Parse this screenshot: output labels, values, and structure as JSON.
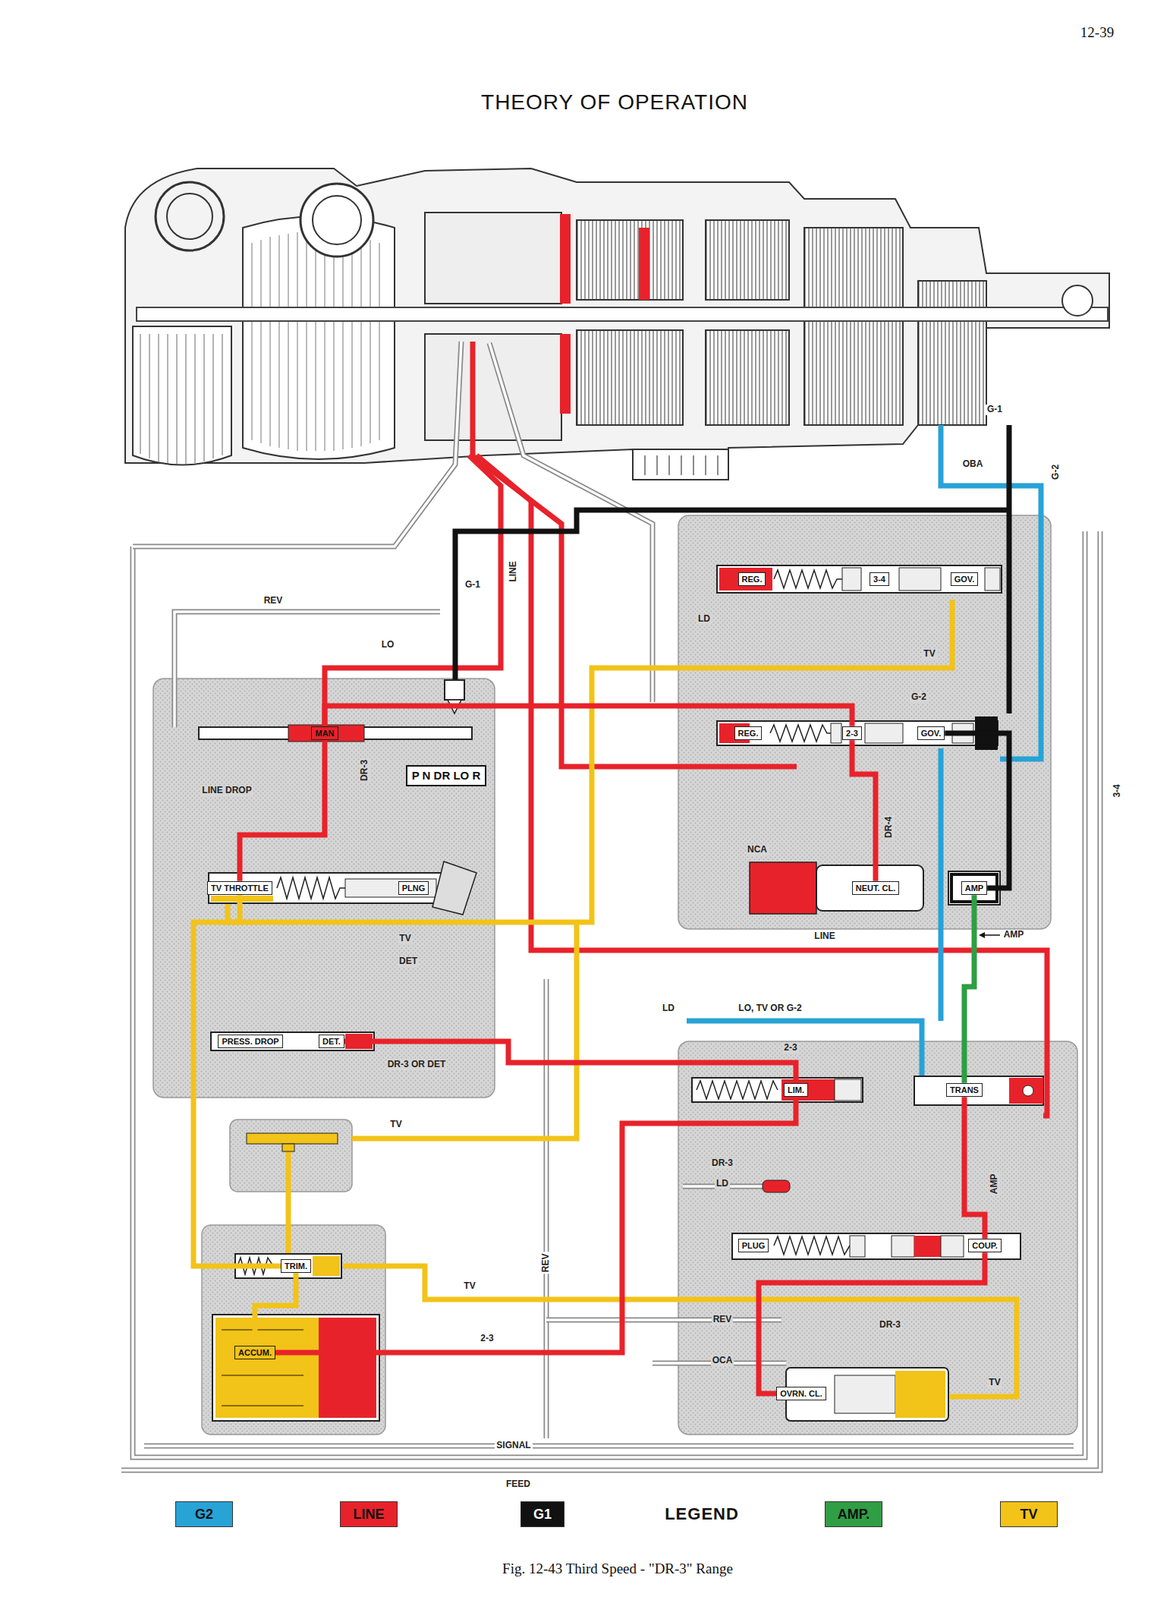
{
  "diagram": {
    "title": "THEORY OF OPERATION",
    "caption": "Fig. 12-43 Third Speed - \"DR-3\" Range",
    "nodes": [
      {
        "text": [
          "REG."
        ]
      },
      {
        "text": [
          "3-4"
        ]
      },
      {
        "text": [
          "GOV."
        ]
      },
      {
        "text": [
          "REG."
        ]
      },
      {
        "text": [
          "2-3"
        ]
      },
      {
        "text": [
          "GOV."
        ]
      },
      {
        "text": [
          "MAN"
        ]
      },
      {
        "text": [
          "P N DR LO R"
        ]
      },
      {
        "text": [
          "TV THROTTLE"
        ]
      },
      {
        "text": [
          "PLNG"
        ]
      },
      {
        "text": [
          "NEUT. CL."
        ]
      },
      {
        "text": [
          "AMP"
        ]
      },
      {
        "text": [
          "PRESS. DROP"
        ]
      },
      {
        "text": [
          "DET."
        ]
      },
      {
        "text": [
          "LIM."
        ]
      },
      {
        "text": [
          "TRANS"
        ]
      },
      {
        "text": [
          "PLUG"
        ]
      },
      {
        "text": [
          "COUP."
        ]
      },
      {
        "text": [
          "TRIM."
        ]
      },
      {
        "text": [
          "ACCUM."
        ]
      },
      {
        "text": [
          "OVRN. CL."
        ]
      }
    ],
    "edges": [
      {
        "from": 6,
        "to": 8,
        "arrow": "none"
      },
      {
        "from": 6,
        "to": 4,
        "arrow": "none"
      },
      {
        "from": 13,
        "to": 14,
        "arrow": "none"
      },
      {
        "from": 8,
        "to": 18,
        "arrow": "none"
      },
      {
        "from": 18,
        "to": 19,
        "arrow": "none"
      },
      {
        "from": 5,
        "to": 11,
        "arrow": "none"
      },
      {
        "from": 11,
        "to": 15,
        "arrow": "none"
      },
      {
        "from": 4,
        "to": 10,
        "arrow": "none"
      },
      {
        "from": 17,
        "to": 20,
        "arrow": "none"
      },
      {
        "from": 15,
        "to": 17,
        "arrow": "none"
      },
      {
        "from": 19,
        "to": 14,
        "arrow": "none"
      }
    ],
    "labels": [
      "12-39",
      "G-1",
      "OBA",
      "G-2",
      "G-1",
      "LINE",
      "REV",
      "LO",
      "LD",
      "TV",
      "G-2",
      "3-4",
      "DR-3",
      "LINE DROP",
      "NCA",
      "DR-4",
      "LINE",
      "AMP",
      "TV",
      "DET",
      "LD",
      "LO, TV OR G-2",
      "2-3",
      "DR-3 OR DET",
      "TV",
      "DR-3",
      "LD",
      "REV",
      "AMP",
      "TV",
      "REV",
      "DR-3",
      "2-3",
      "OCA",
      "TV",
      "SIGNAL",
      "FEED",
      "LEGEND"
    ],
    "legend": [
      {
        "text": "G2",
        "color": "#27a3d6"
      },
      {
        "text": "LINE",
        "color": "#e8222a"
      },
      {
        "text": "G1",
        "color": "#111111"
      },
      {
        "text": "AMP.",
        "color": "#2f9e44"
      },
      {
        "text": "TV",
        "color": "#f2c318"
      }
    ]
  }
}
